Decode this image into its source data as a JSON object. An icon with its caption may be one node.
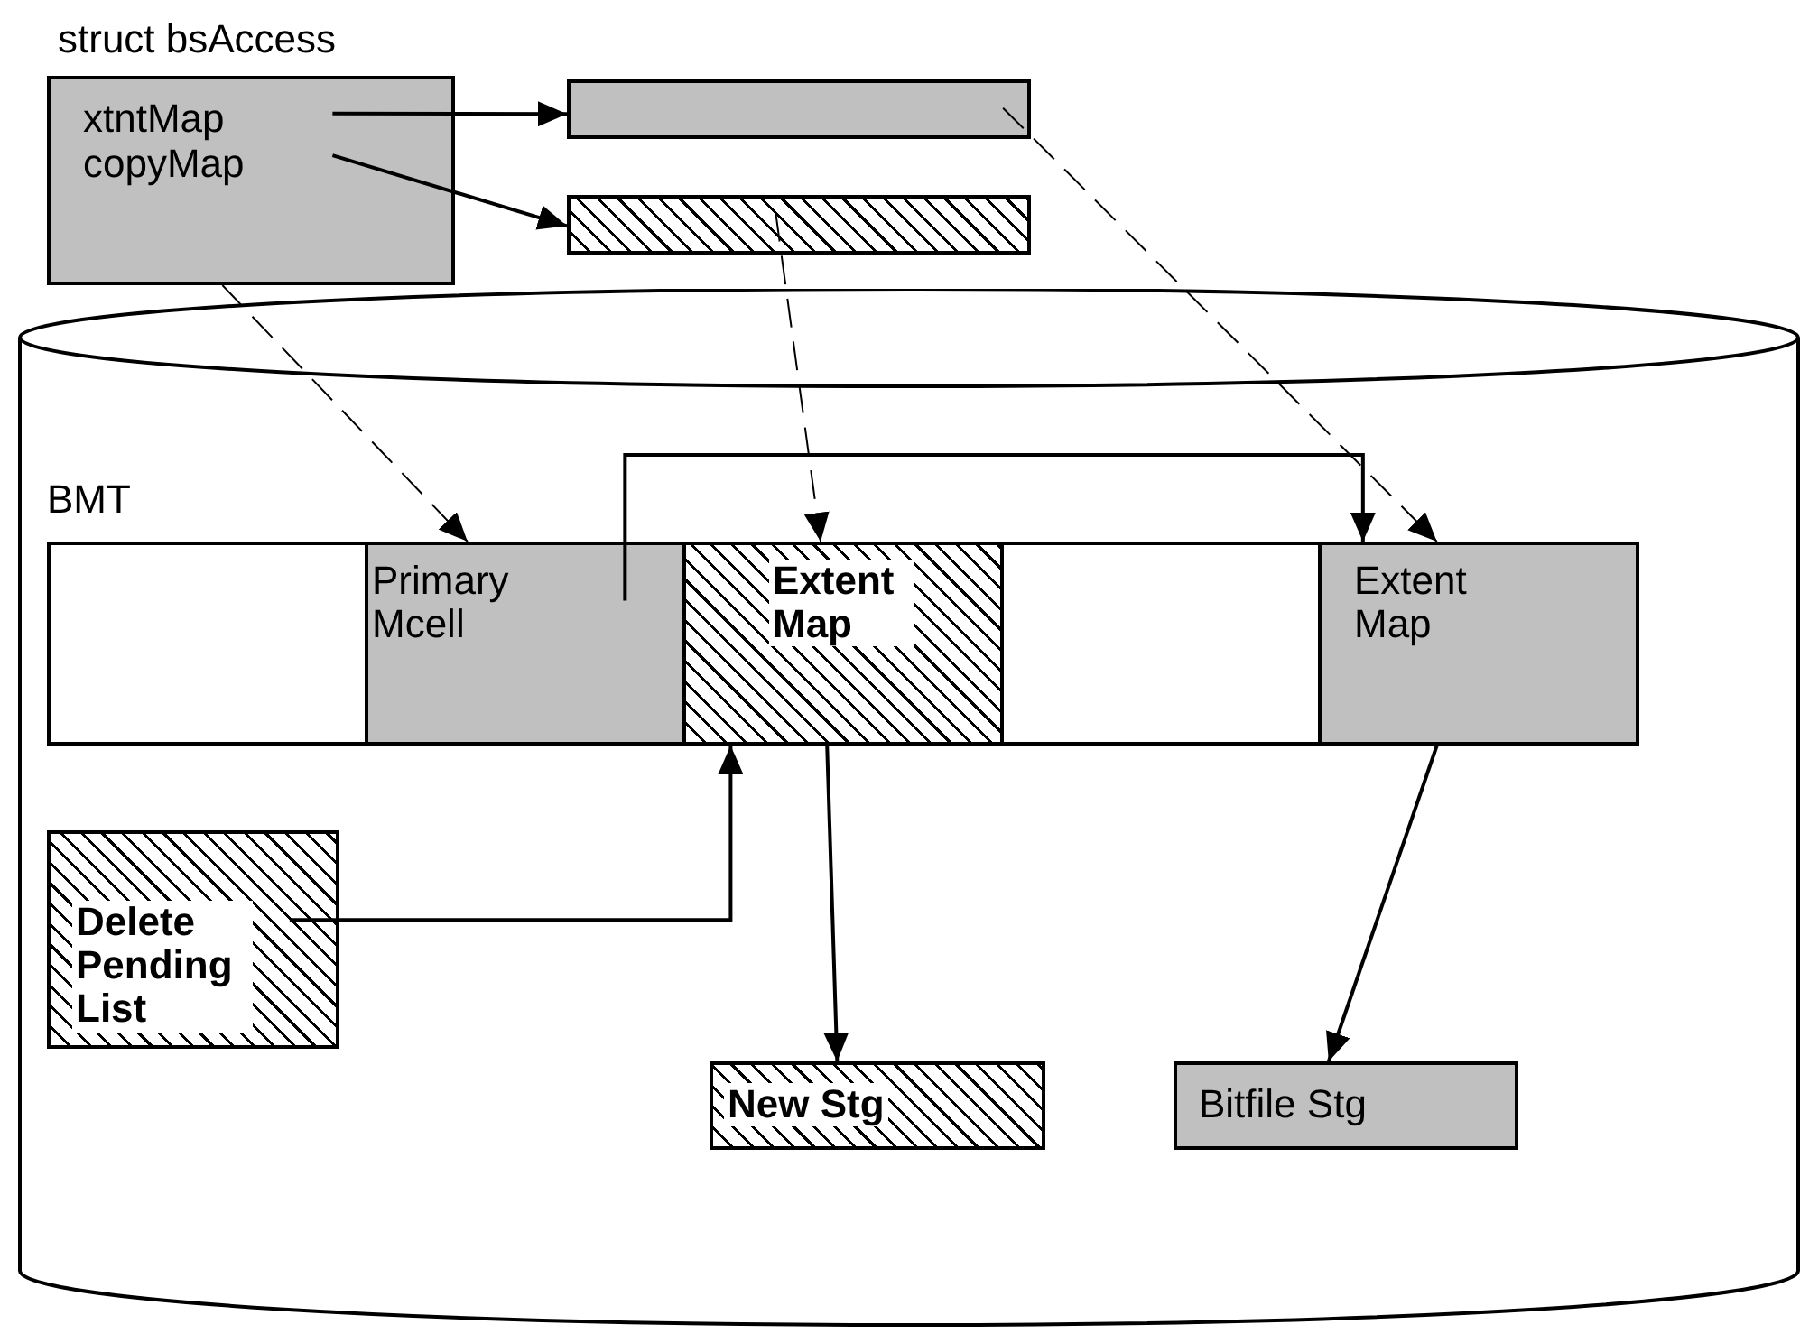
{
  "diagram": {
    "nodes": [
      {
        "text": [
          "struct bsAccess",
          "xtntMap",
          "copyMap"
        ]
      },
      {
        "text": [],
        "shape": "bar"
      },
      {
        "text": [],
        "shape": "bar"
      },
      {
        "text": [],
        "shape": "cylinder"
      },
      {
        "text": [],
        "shape": "box",
        "in": 3
      },
      {
        "text": [
          "Primary Mcell"
        ],
        "in": 3
      },
      {
        "text": [
          "Extent Map"
        ],
        "in": 3
      },
      {
        "text": [],
        "shape": "box",
        "in": 3
      },
      {
        "text": [
          "Extent Map"
        ],
        "in": 3
      },
      {
        "text": [
          "Delete Pending List"
        ],
        "in": 3
      },
      {
        "text": [
          "New Stg"
        ],
        "in": 3
      },
      {
        "text": [
          "Bitfile Stg"
        ],
        "in": 3
      }
    ],
    "edges": [
      {
        "from": 0,
        "to": 1,
        "arrow": "to"
      },
      {
        "from": 0,
        "to": 2,
        "arrow": "to"
      },
      {
        "from": 0,
        "to": 5,
        "arrow": "to",
        "style": "dashed"
      },
      {
        "from": 2,
        "to": 6,
        "arrow": "to",
        "style": "dashed"
      },
      {
        "from": 1,
        "to": 8,
        "arrow": "to",
        "style": "dashed"
      },
      {
        "from": 5,
        "to": 8,
        "arrow": "to"
      },
      {
        "from": 9,
        "to": 6,
        "arrow": "to"
      },
      {
        "from": 6,
        "to": 10,
        "arrow": "to"
      },
      {
        "from": 8,
        "to": 11,
        "arrow": "to"
      }
    ],
    "labels": [
      "BMT"
    ]
  }
}
